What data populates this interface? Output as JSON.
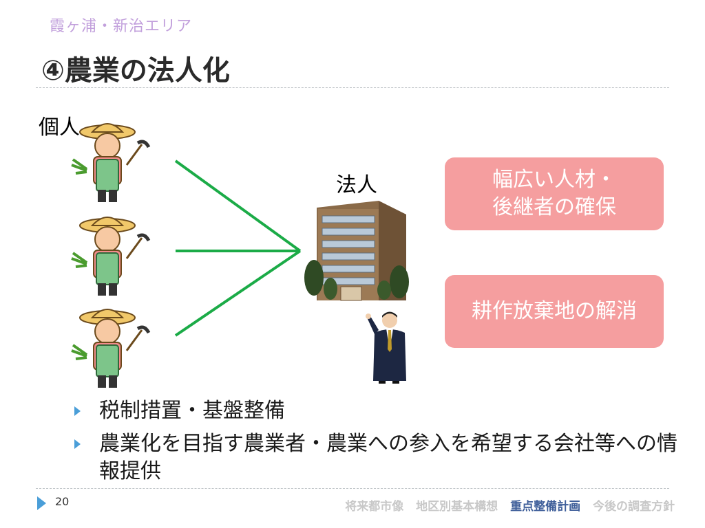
{
  "header": {
    "subtitle": "霞ヶ浦・新治エリア",
    "title": "④農業の法人化"
  },
  "diagram": {
    "individual_label": "個人",
    "corporation_label": "法人",
    "benefits": [
      {
        "text_line1": "幅広い人材・",
        "text_line2": "後継者の確保"
      },
      {
        "text_line1": "耕作放棄地の解消",
        "text_line2": ""
      }
    ],
    "connector_color": "#1bab47",
    "pill_color": "#f59e9f"
  },
  "bullets": [
    {
      "text": "税制措置・基盤整備"
    },
    {
      "text": "農業化を目指す農業者・農業への参入を希望する会社等への情報提供"
    }
  ],
  "footer": {
    "page_number": "20",
    "nav": [
      {
        "label": "将来都市像"
      },
      {
        "label": "地区別基本構想"
      },
      {
        "label": "重点整備計画"
      },
      {
        "label": "今後の調査方針"
      }
    ],
    "active_nav": "重点整備計画"
  }
}
